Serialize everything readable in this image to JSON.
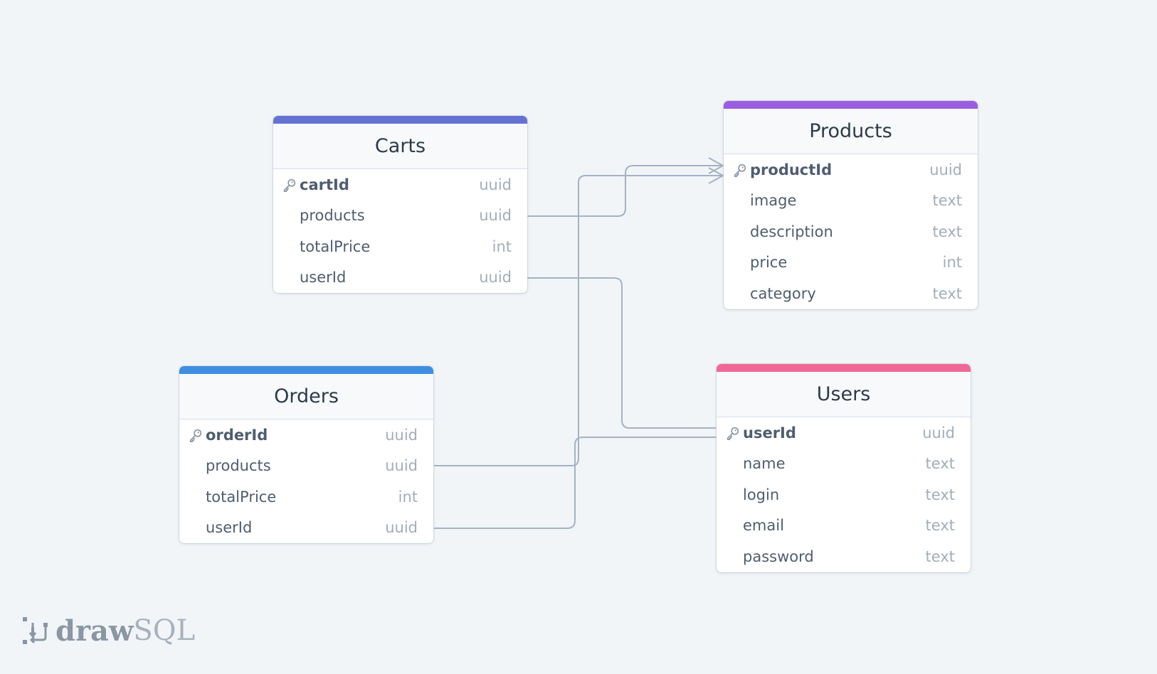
{
  "colors": {
    "carts": "#6473d3",
    "products": "#9b5ee0",
    "orders": "#3f8fe0",
    "users": "#f06895",
    "connector": "#a6b2c2"
  },
  "tables": {
    "carts": {
      "name": "Carts",
      "fields": [
        {
          "name": "cartId",
          "type": "uuid",
          "pk": true
        },
        {
          "name": "products",
          "type": "uuid"
        },
        {
          "name": "totalPrice",
          "type": "int"
        },
        {
          "name": "userId",
          "type": "uuid"
        }
      ]
    },
    "products": {
      "name": "Products",
      "fields": [
        {
          "name": "productId",
          "type": "uuid",
          "pk": true
        },
        {
          "name": "image",
          "type": "text"
        },
        {
          "name": "description",
          "type": "text"
        },
        {
          "name": "price",
          "type": "int"
        },
        {
          "name": "category",
          "type": "text"
        }
      ]
    },
    "orders": {
      "name": "Orders",
      "fields": [
        {
          "name": "orderId",
          "type": "uuid",
          "pk": true
        },
        {
          "name": "products",
          "type": "uuid"
        },
        {
          "name": "totalPrice",
          "type": "int"
        },
        {
          "name": "userId",
          "type": "uuid"
        }
      ]
    },
    "users": {
      "name": "Users",
      "fields": [
        {
          "name": "userId",
          "type": "uuid",
          "pk": true
        },
        {
          "name": "name",
          "type": "text"
        },
        {
          "name": "login",
          "type": "text"
        },
        {
          "name": "email",
          "type": "text"
        },
        {
          "name": "password",
          "type": "text"
        }
      ]
    }
  },
  "relationships": [
    {
      "from": "Carts.products",
      "to": "Products.productId",
      "cardinality": "many"
    },
    {
      "from": "Orders.products",
      "to": "Products.productId",
      "cardinality": "many"
    },
    {
      "from": "Carts.userId",
      "to": "Users.userId",
      "cardinality": "one"
    },
    {
      "from": "Orders.userId",
      "to": "Users.userId",
      "cardinality": "one"
    }
  ],
  "logo": {
    "bold": "draw",
    "light": "SQL"
  }
}
